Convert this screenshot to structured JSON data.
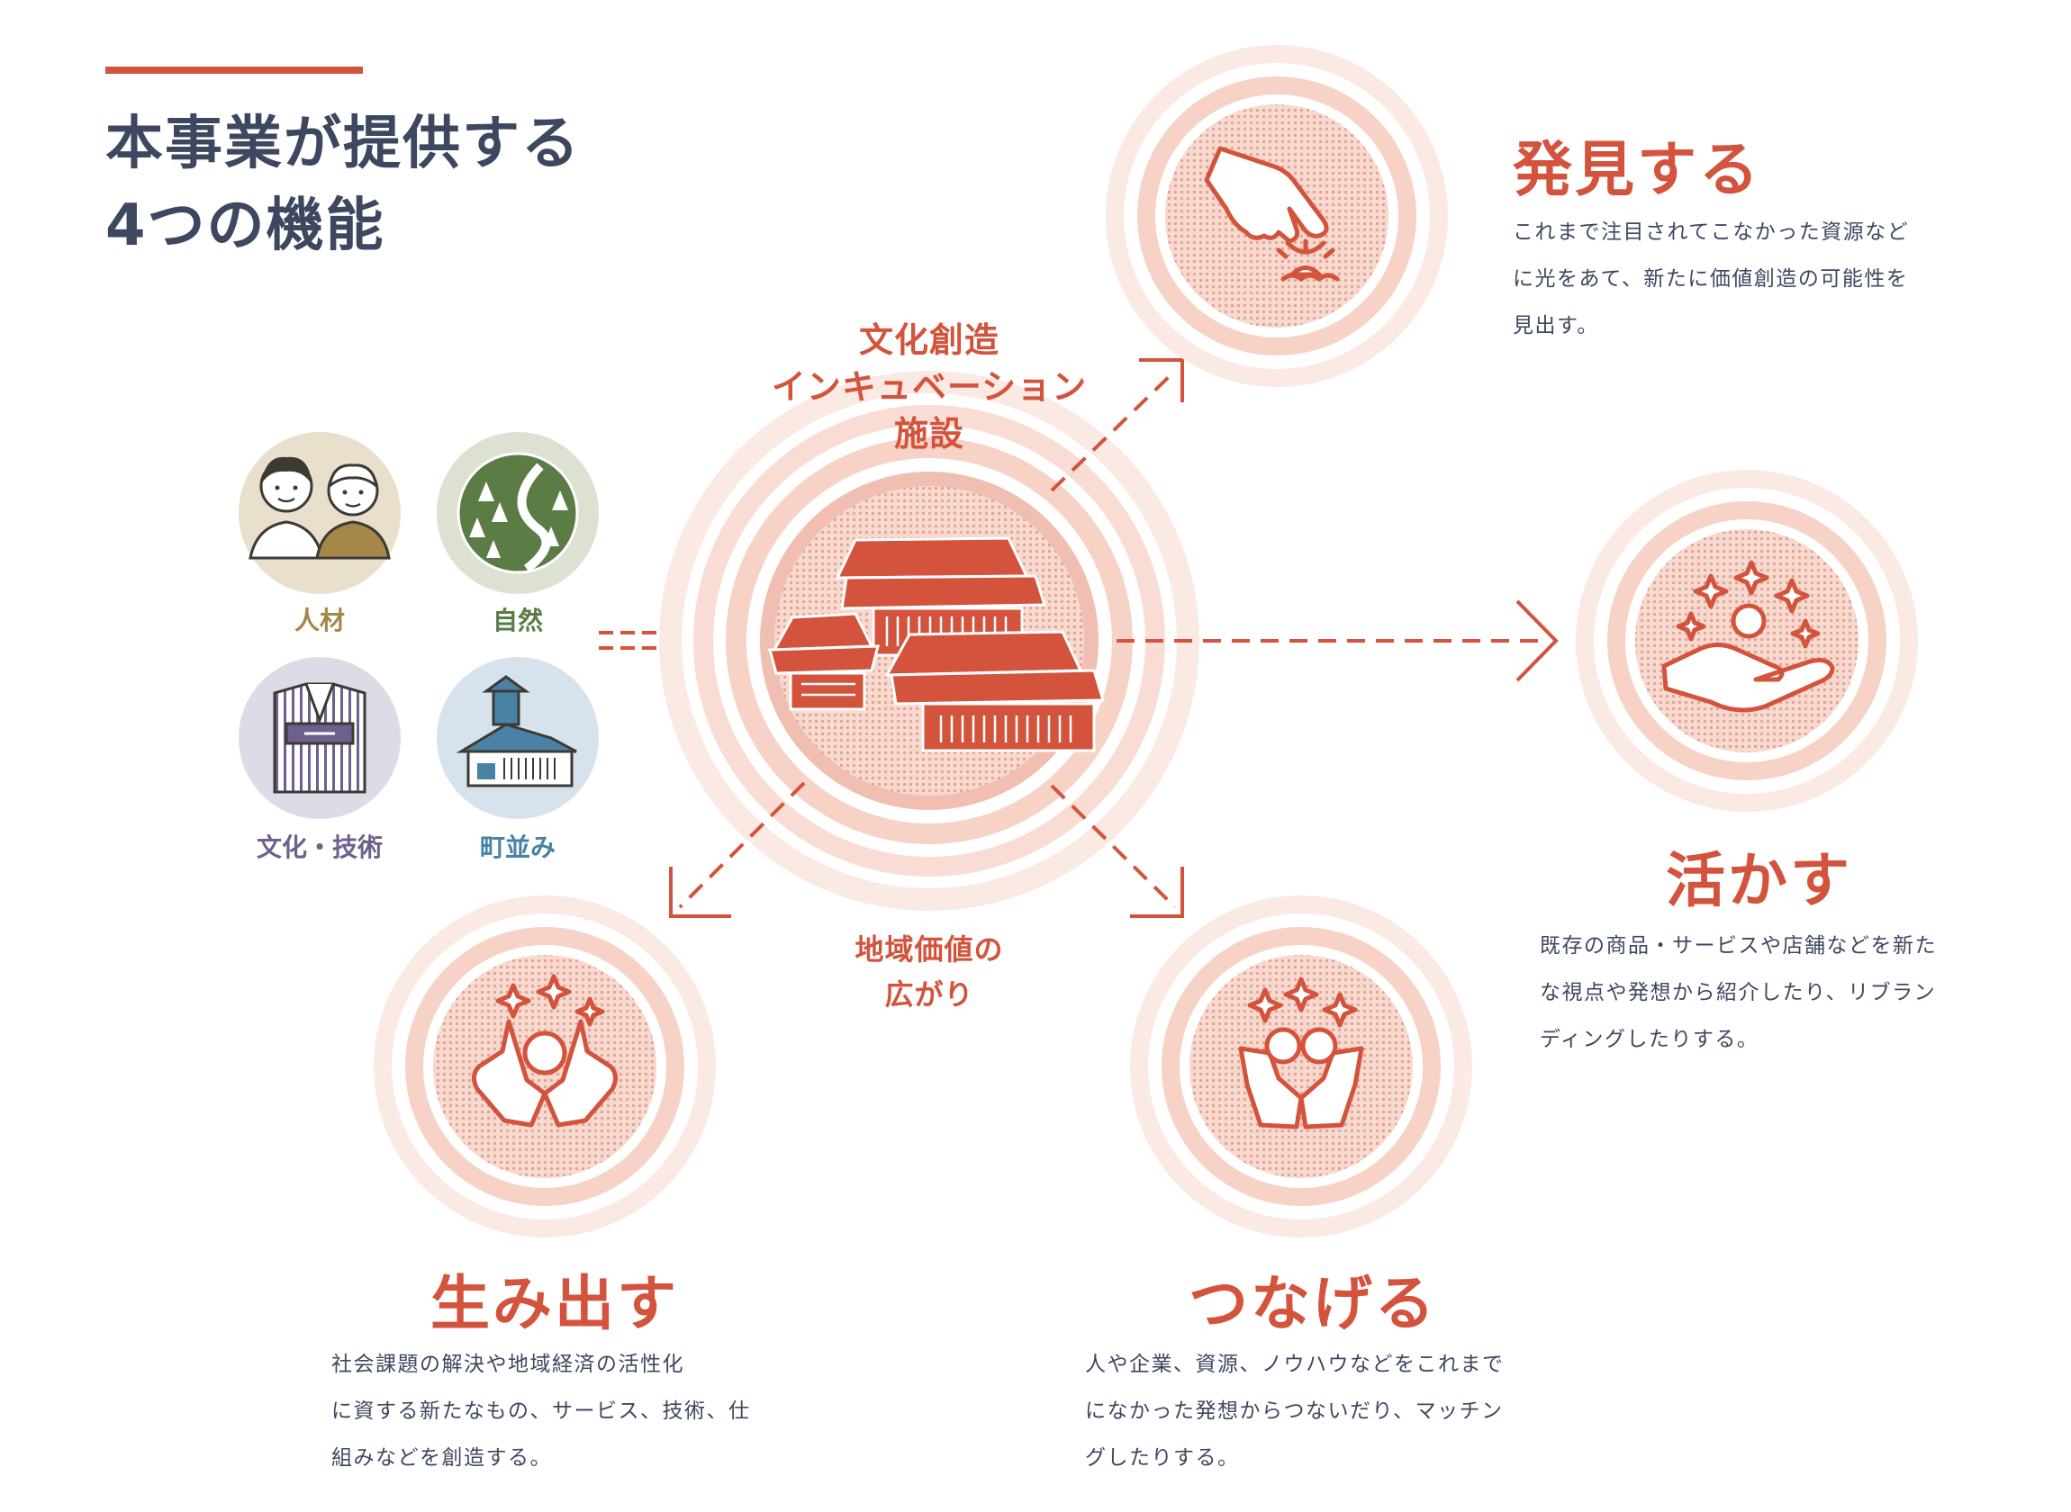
{
  "title": {
    "line1": "本事業が提供する",
    "line2": "4つの機能"
  },
  "colors": {
    "accent": "#d3533c",
    "navy": "#3d4860",
    "jinzai": "#a6874a",
    "shizen": "#5b7d45",
    "bunka": "#6e5f8d",
    "machinami": "#4982a5"
  },
  "sources": [
    {
      "label": "人材",
      "icon": "people-icon"
    },
    {
      "label": "自然",
      "icon": "forest-river-icon"
    },
    {
      "label": "文化・技術",
      "icon": "kimono-icon"
    },
    {
      "label": "町並み",
      "icon": "townscape-icon"
    }
  ],
  "center": {
    "line1": "文化創造",
    "line2": "インキュベーション",
    "line3": "施設",
    "icon": "facility-buildings-icon",
    "bottom1": "地域価値の",
    "bottom2": "広がり"
  },
  "functions": {
    "discover": {
      "title": "発見する",
      "icon": "pointing-hand-icon",
      "desc1": "これまで注目されてこなかった資源など",
      "desc2": "に光をあて、新たに価値創造の可能性を",
      "desc3": "見出す。"
    },
    "utilize": {
      "title": "活かす",
      "icon": "open-palm-sparkle-icon",
      "desc1": "既存の商品・サービスや店舗などを新た",
      "desc2": "な視点や発想から紹介したり、リブラン",
      "desc3": "ディングしたりする。"
    },
    "create": {
      "title": "生み出す",
      "icon": "cupped-hands-sparkle-icon",
      "desc1": "社会課題の解決や地域経済の活性化",
      "desc2": "に資する新たなもの、サービス、技術、仕",
      "desc3": "組みなどを創造する。"
    },
    "connect": {
      "title": "つなげる",
      "icon": "two-hands-sparkle-icon",
      "desc1": "人や企業、資源、ノウハウなどをこれまで",
      "desc2": "になかった発想からつないだり、マッチン",
      "desc3": "グしたりする。"
    }
  }
}
